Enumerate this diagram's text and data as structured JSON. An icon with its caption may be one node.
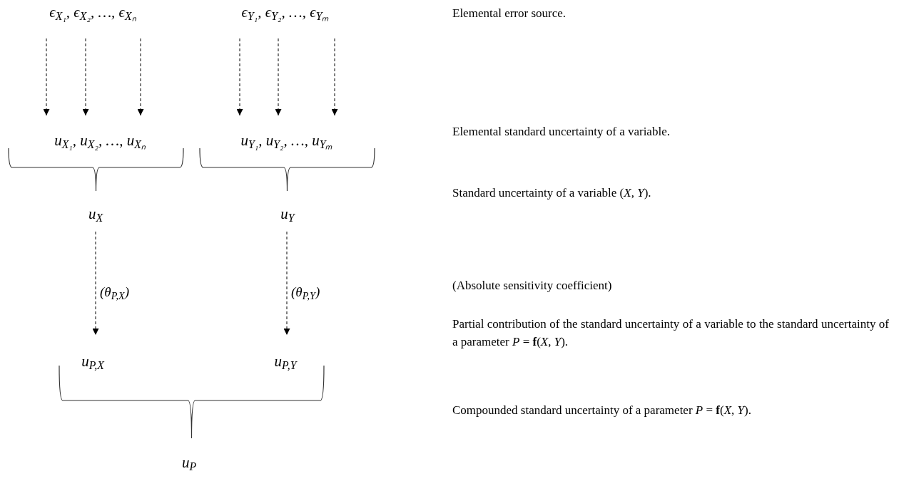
{
  "diagram": {
    "nodes": [
      {
        "text": [
          "ϵ$_{X₁}$, ϵ$_{X₂}$, …, ϵ$_{Xₙ}$"
        ]
      },
      {
        "text": [
          "ϵ$_{Y₁}$, ϵ$_{Y₂}$, …, ϵ$_{Yₘ}$"
        ]
      },
      {
        "text": [
          "u$_{X₁}$, u$_{X₂}$, …, u$_{Xₙ}$"
        ]
      },
      {
        "text": [
          "u$_{Y₁}$, u$_{Y₂}$, …, u$_{Yₘ}$"
        ]
      },
      {
        "text": [
          "u$_{X}$"
        ]
      },
      {
        "text": [
          "u$_{Y}$"
        ]
      },
      {
        "text": [
          "u$_{P,X}$"
        ]
      },
      {
        "text": [
          "u$_{P,Y}$"
        ]
      },
      {
        "text": [
          "u$_{P}$"
        ]
      }
    ],
    "edges": [
      {
        "from": 0,
        "to": 2,
        "arrow": "to",
        "style": "dashed"
      },
      {
        "from": 0,
        "to": 2,
        "arrow": "to",
        "style": "dashed"
      },
      {
        "from": 0,
        "to": 2,
        "arrow": "to",
        "style": "dashed"
      },
      {
        "from": 1,
        "to": 3,
        "arrow": "to",
        "style": "dashed"
      },
      {
        "from": 1,
        "to": 3,
        "arrow": "to",
        "style": "dashed"
      },
      {
        "from": 1,
        "to": 3,
        "arrow": "to",
        "style": "dashed"
      },
      {
        "from": 4,
        "to": 6,
        "arrow": "to",
        "style": "dashed",
        "label": "(θ$_{P,X}$)"
      },
      {
        "from": 5,
        "to": 7,
        "arrow": "to",
        "style": "dashed",
        "label": "(θ$_{P,Y}$)"
      }
    ],
    "labels": [
      "Elemental error source.",
      "Elemental standard uncertainty of a variable.",
      "Standard uncertainty of a variable (*X*, *Y*).",
      "(Absolute sensitivity coefficient)",
      "Partial contribution of the standard uncertainty of a variable to the standard uncertainty of a parameter *P* = **f**(*X*, *Y*).",
      "Compounded standard uncertainty of a parameter *P* = **f**(*X*, *Y*)."
    ]
  }
}
